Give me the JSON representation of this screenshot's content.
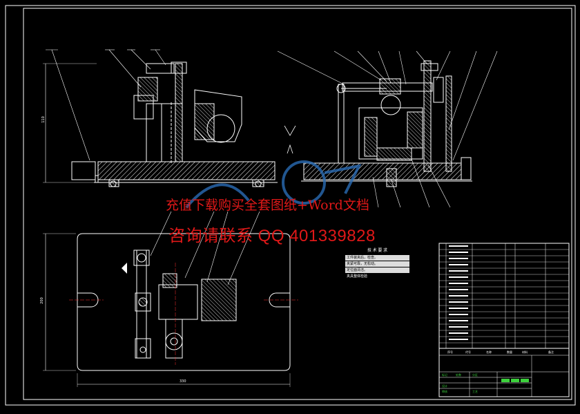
{
  "watermark": {
    "line1": "充值下载购买全套图纸+Word文档",
    "line2": "咨询请联系  QQ 401339828"
  },
  "technical_requirements": {
    "title": "技 术 要 求",
    "lines": [
      "工件装夹后，检查。",
      "夹紧可靠，无松动。",
      "定位面清洁。",
      "夹具整体检验"
    ]
  },
  "dimensions": {
    "front_height": "110",
    "plan_height": "200",
    "plan_width": "330"
  },
  "title_block": {
    "labels": [
      "序号",
      "代号",
      "名称",
      "数量",
      "材料",
      "备注"
    ],
    "green_labels": [
      "标记",
      "处数",
      "分区",
      "设计",
      "审核",
      "工艺"
    ]
  },
  "colors": {
    "background": "#000000",
    "lines": "#ffffff",
    "hatch": "#ffffff",
    "border": "#00ffff",
    "watermark": "#e01818",
    "green": "#3cd13c",
    "logo": "#2a6cb5"
  }
}
